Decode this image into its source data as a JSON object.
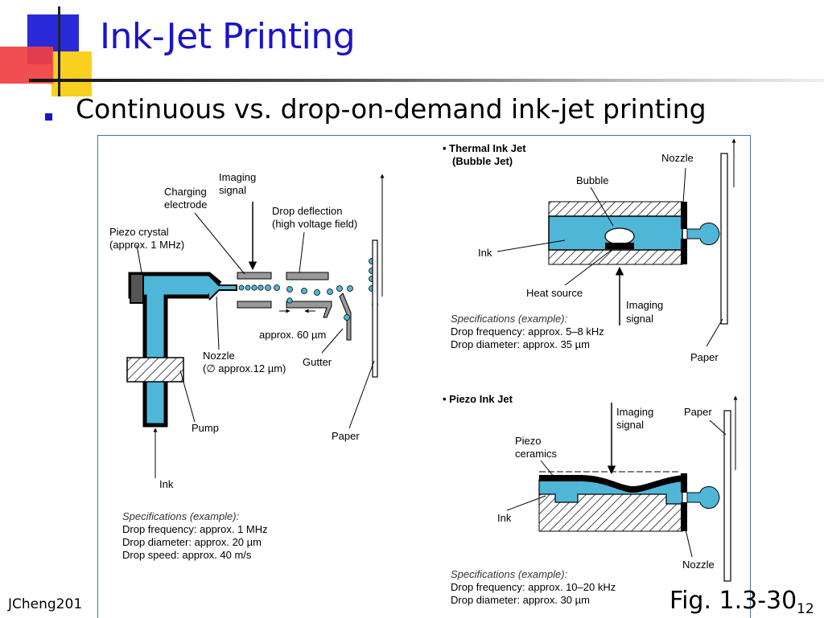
{
  "slide": {
    "title": "Ink-Jet Printing",
    "bullet": "Continuous vs. drop-on-demand ink-jet printing",
    "footer_left": "JCheng201",
    "figure_label": "Fig. 1.3-30",
    "page_number": "12"
  },
  "colors": {
    "title": "#1a14c8",
    "ink": "#4fb6d8",
    "deco_blue": "#2a2ad8",
    "deco_red": "#f04040",
    "deco_yellow": "#f8d020"
  },
  "continuous": {
    "imaging_signal": [
      "Imaging",
      "signal"
    ],
    "charging_electrode": [
      "Charging",
      "electrode"
    ],
    "drop_deflection": [
      "Drop deflection",
      "(high voltage field)"
    ],
    "piezo_crystal": [
      "Piezo crystal",
      "(approx. 1 MHz)"
    ],
    "approx_spacing": "approx. 60 µm",
    "nozzle": [
      "Nozzle",
      "(∅ approx.12 µm)"
    ],
    "gutter": "Gutter",
    "pump": "Pump",
    "paper": "Paper",
    "ink": "Ink",
    "specs": {
      "heading": "Specifications (example):",
      "lines": [
        "Drop frequency: approx. 1 MHz",
        "Drop diameter: approx. 20 µm",
        "Drop speed: approx. 40 m/s"
      ]
    }
  },
  "thermal": {
    "heading": [
      "• Thermal Ink Jet",
      "(Bubble Jet)"
    ],
    "nozzle": "Nozzle",
    "bubble": "Bubble",
    "ink": "Ink",
    "heat_source": "Heat source",
    "imaging_signal": [
      "Imaging",
      "signal"
    ],
    "paper": "Paper",
    "specs": {
      "heading": "Specifications (example):",
      "lines": [
        "Drop frequency: approx. 5–8 kHz",
        "Drop diameter: approx. 35 µm"
      ]
    }
  },
  "piezo": {
    "heading": "• Piezo Ink Jet",
    "imaging_signal": [
      "Imaging",
      "signal"
    ],
    "paper": "Paper",
    "piezo_ceramics": [
      "Piezo",
      "ceramics"
    ],
    "ink": "Ink",
    "nozzle": "Nozzle",
    "specs": {
      "heading": "Specifications (example):",
      "lines": [
        "Drop frequency: approx. 10–20 kHz",
        "Drop diameter: approx. 30 µm"
      ]
    }
  }
}
